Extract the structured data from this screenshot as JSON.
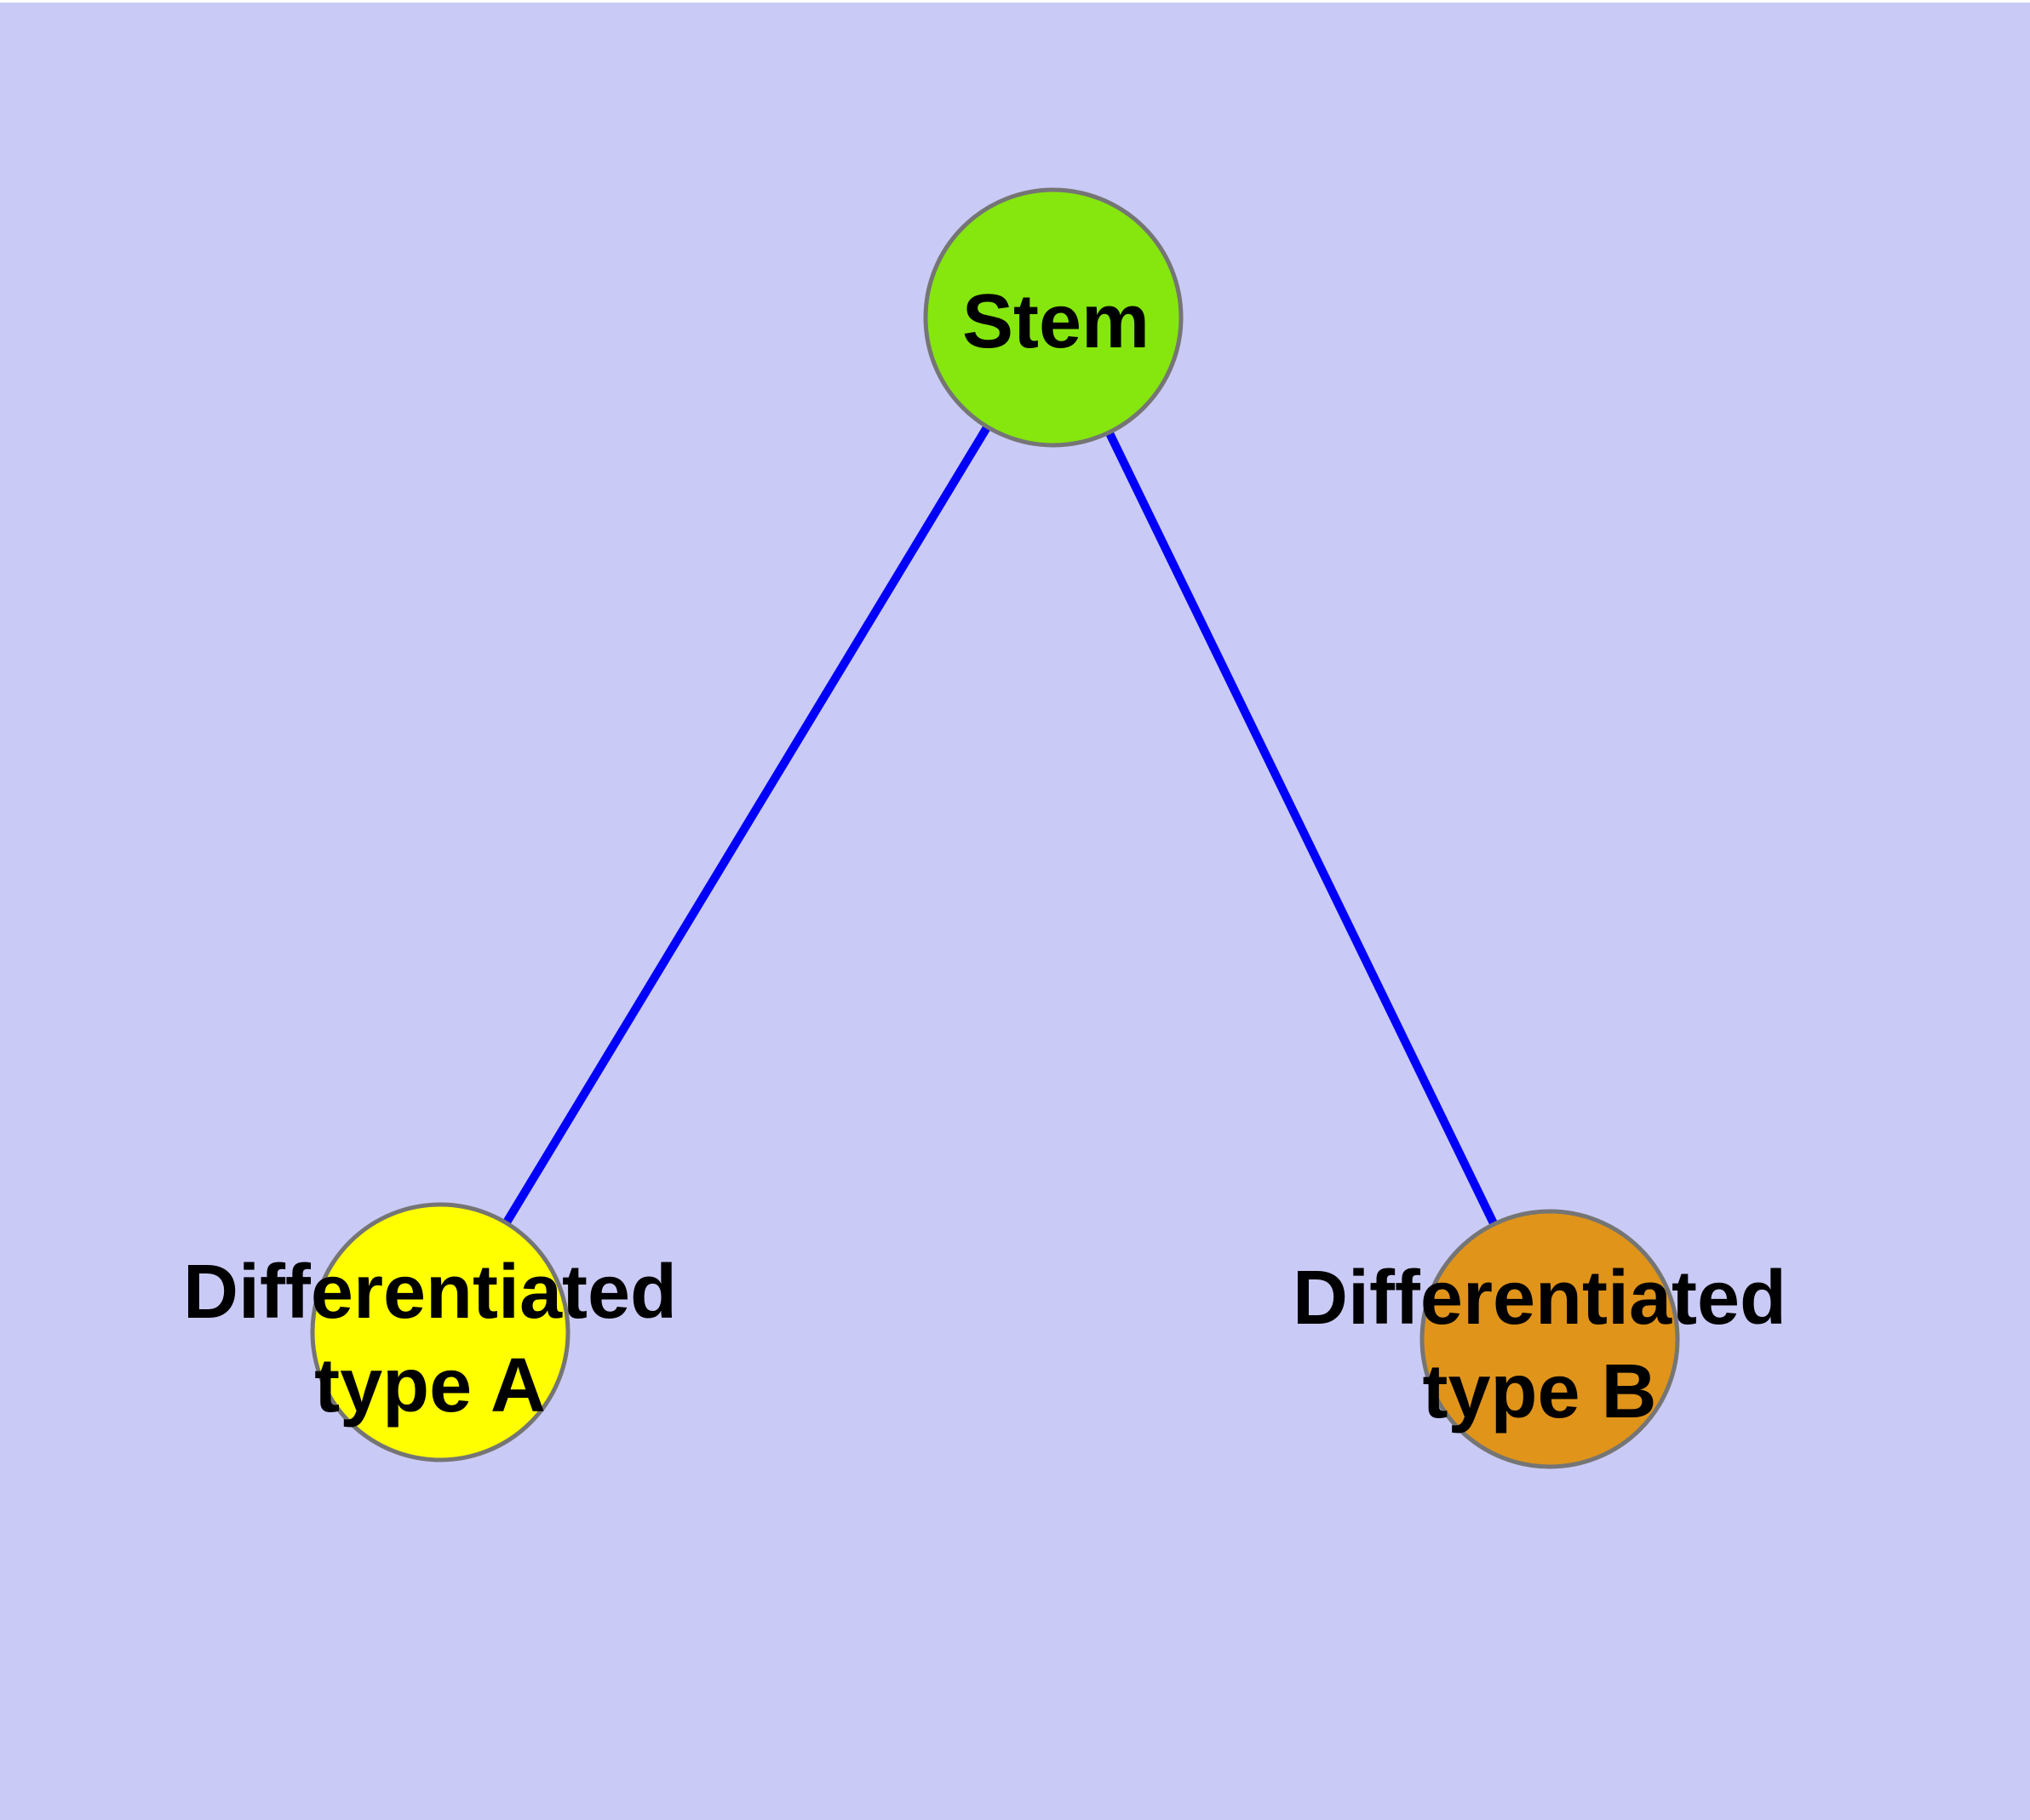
{
  "diagram_title": "",
  "canvas": {
    "background": "#CACAF6",
    "top_edge_color": "#FFFFFF",
    "node_border_color": "#757575",
    "label_color": "#000000"
  },
  "nodes": {
    "stem": {
      "label": "Stem",
      "fill": "#85E70D"
    },
    "type_a": {
      "label": "Differentiated type A",
      "label_lines": [
        "Differentiated",
        "type A"
      ],
      "fill": "#FFFF00"
    },
    "type_b": {
      "label": "Differentiated type B",
      "label_lines": [
        "Differentiated",
        "type B"
      ],
      "fill": "#E0941A"
    }
  },
  "edges": {
    "color": "#0000FA",
    "list": [
      {
        "from": "Stem",
        "to": "Differentiated type A"
      },
      {
        "from": "Stem",
        "to": "Differentiated type B"
      }
    ]
  }
}
